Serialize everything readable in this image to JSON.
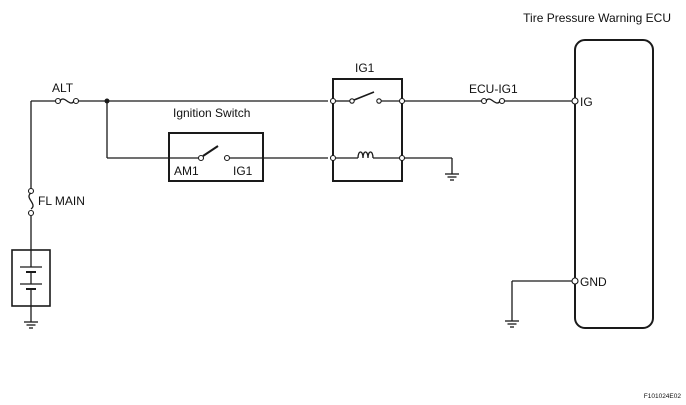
{
  "diagram": {
    "ecu_title": "Tire Pressure Warning ECU",
    "ecu_pins": {
      "ig": "IG",
      "gnd": "GND"
    },
    "fuses": {
      "alt": "ALT",
      "fl_main": "FL MAIN",
      "ecu_ig1": "ECU-IG1"
    },
    "ignition_switch": {
      "title": "Ignition Switch",
      "pin_in": "AM1",
      "pin_out": "IG1"
    },
    "relay": {
      "title": "IG1"
    },
    "figure_code": "F101024E02",
    "colors": {
      "line": "#1a1a1a",
      "background": "#ffffff"
    }
  }
}
